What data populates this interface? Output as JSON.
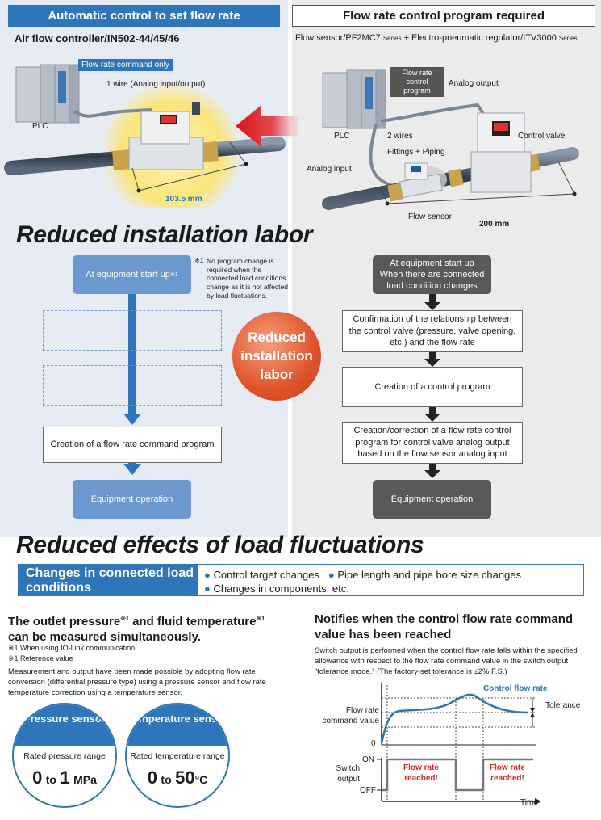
{
  "left": {
    "header": "Automatic control to set flow rate",
    "subtitle": "Air flow controller/IN502-44/45/46",
    "command_tag": "Flow rate command only",
    "wire_label": "1 wire (Analog input/output)",
    "plc": "PLC",
    "dimension": "103.5 mm"
  },
  "right": {
    "header": "Flow rate control program required",
    "subtitle_main": "Flow sensor/PF2MC7",
    "subtitle_series1": "Series",
    "subtitle_plus": " + Electro-pneumatic regulator/ITV3000",
    "subtitle_series2": "Series",
    "program_tag": "Flow rate control program",
    "analog_output": "Analog output",
    "plc": "PLC",
    "two_wires": "2 wires",
    "control_valve": "Control valve",
    "fittings": "Fittings + Piping",
    "analog_input": "Analog input",
    "flow_sensor": "Flow sensor",
    "dimension": "200 mm"
  },
  "section1_title": "Reduced installation labor",
  "left_flow": {
    "start": "At equipment start up",
    "start_mark": "※1",
    "footnote_mark": "※1",
    "footnote": "No program change is required when the connected load conditions change as it is not affected by load fluctuations.",
    "program": "Creation of a flow rate command program",
    "operation": "Equipment operation"
  },
  "badge": "Reduced installation labor",
  "right_flow": {
    "start": "At equipment start up When there are connected load condition changes",
    "step1": "Confirmation of the relationship between the control valve (pressure, valve opening, etc.) and the flow rate",
    "step2": "Creation of a control program",
    "step3": "Creation/correction of a flow rate control program for control valve analog output based on the flow sensor analog input",
    "operation": "Equipment operation"
  },
  "section2_title": "Reduced effects of load fluctuations",
  "conditions": {
    "label": "Changes in connected load conditions",
    "items": [
      "Control target changes",
      "Pipe length and pipe bore size changes",
      "Changes in components, etc."
    ]
  },
  "outlet": {
    "title_a": "The outlet pressure",
    "mark1": "※1",
    "title_b": " and fluid temperature",
    "mark2": "※1",
    "title_c": "can be measured simultaneously.",
    "note1": "※1  When using IO-Link communication",
    "note2": "※1  Reference value",
    "body": "Measurement and output have been made possible by adopting flow rate conversion (differential pressure type) using a pressure sensor and flow rate temperature correction using a temperature sensor.",
    "pressure_title": "Pressure sensor",
    "pressure_label": "Rated pressure range",
    "pressure_from": "0",
    "pressure_to": "to",
    "pressure_max": "1",
    "pressure_unit": "MPa",
    "temp_title": "Temperature sensor",
    "temp_label": "Rated temperature range",
    "temp_from": "0",
    "temp_to": "to",
    "temp_max": "50",
    "temp_unit": "°C"
  },
  "notify": {
    "title": "Notifies when the control flow rate command value has been reached",
    "body": "Switch output is performed when the control flow rate falls within the specified allowance with respect to the flow rate command value in the switch output “tolerance mode.” (The factory-set tolerance is ±2% F.S.)",
    "series_label": "Control flow rate",
    "y_label": "Flow rate command value",
    "zero": "0",
    "tolerance": "Tolerance",
    "switch_output": "Switch output",
    "on": "ON",
    "off": "OFF",
    "reached": "Flow rate reached!",
    "time": "Time",
    "color_series": "#2f75b9",
    "color_reached": "#d6262a"
  }
}
